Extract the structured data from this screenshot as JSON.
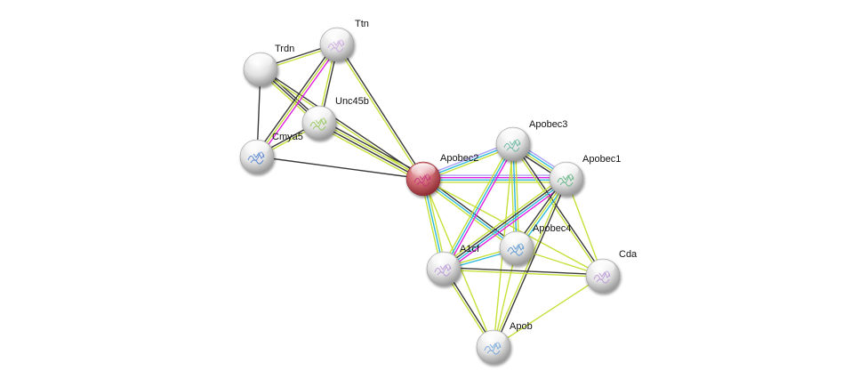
{
  "diagram": {
    "type": "protein-interaction-network",
    "edge_colors": {
      "textmining": "#c7e03a",
      "coexpression": "#3a3a3a",
      "experiments": "#e020e0",
      "databases": "#2db8dc",
      "homology": "#a9a0f5"
    },
    "node_colors": {
      "query": "#c84b55",
      "default": "#e4e4e4"
    },
    "nodes": [
      {
        "id": "Ttn",
        "label": "Ttn",
        "query": false,
        "structure": "#c9a3e0"
      },
      {
        "id": "Trdn",
        "label": "Trdn",
        "query": false,
        "structure": ""
      },
      {
        "id": "Unc45b",
        "label": "Unc45b",
        "query": false,
        "structure": "#8fc34f"
      },
      {
        "id": "Cmya5",
        "label": "Cmya5",
        "query": false,
        "structure": "#4a7ad0"
      },
      {
        "id": "Apobec2",
        "label": "Apobec2",
        "query": true,
        "structure": "#c0307a"
      },
      {
        "id": "Apobec3",
        "label": "Apobec3",
        "query": false,
        "structure": "#5ab39a"
      },
      {
        "id": "Apobec1",
        "label": "Apobec1",
        "query": false,
        "structure": "#52b07a"
      },
      {
        "id": "Apobec4",
        "label": "Apobec4",
        "query": false,
        "structure": "#4e8fd0"
      },
      {
        "id": "A1cf",
        "label": "A1cf",
        "query": false,
        "structure": "#b690d8"
      },
      {
        "id": "Cda",
        "label": "Cda",
        "query": false,
        "structure": "#b690d8"
      },
      {
        "id": "Apob",
        "label": "Apob",
        "query": false,
        "structure": "#6aa0d8"
      }
    ],
    "edges": [
      {
        "a": "Trdn",
        "b": "Ttn",
        "types": [
          "coexpression",
          "textmining"
        ]
      },
      {
        "a": "Trdn",
        "b": "Cmya5",
        "types": [
          "coexpression"
        ]
      },
      {
        "a": "Trdn",
        "b": "Unc45b",
        "types": [
          "coexpression",
          "coexpression",
          "textmining"
        ]
      },
      {
        "a": "Trdn",
        "b": "Apobec2",
        "types": [
          "coexpression",
          "textmining"
        ]
      },
      {
        "a": "Ttn",
        "b": "Cmya5",
        "types": [
          "experiments",
          "textmining",
          "coexpression"
        ]
      },
      {
        "a": "Ttn",
        "b": "Unc45b",
        "types": [
          "coexpression",
          "textmining"
        ]
      },
      {
        "a": "Ttn",
        "b": "Apobec2",
        "types": [
          "coexpression",
          "textmining"
        ]
      },
      {
        "a": "Unc45b",
        "b": "Cmya5",
        "types": [
          "textmining",
          "coexpression"
        ]
      },
      {
        "a": "Unc45b",
        "b": "Apobec2",
        "types": [
          "coexpression",
          "textmining",
          "coexpression",
          "textmining"
        ]
      },
      {
        "a": "Cmya5",
        "b": "Apobec2",
        "types": [
          "coexpression"
        ]
      },
      {
        "a": "Apobec2",
        "b": "Apobec3",
        "types": [
          "homology",
          "databases",
          "textmining"
        ]
      },
      {
        "a": "Apobec2",
        "b": "Apobec1",
        "types": [
          "homology",
          "experiments",
          "databases",
          "textmining"
        ]
      },
      {
        "a": "Apobec2",
        "b": "Apobec4",
        "types": [
          "coexpression",
          "databases",
          "textmining"
        ]
      },
      {
        "a": "Apobec2",
        "b": "A1cf",
        "types": [
          "textmining",
          "databases",
          "textmining"
        ]
      },
      {
        "a": "Apobec2",
        "b": "Cda",
        "types": [
          "textmining"
        ]
      },
      {
        "a": "Apobec2",
        "b": "Apob",
        "types": [
          "textmining"
        ]
      },
      {
        "a": "Apobec3",
        "b": "Apobec1",
        "types": [
          "homology",
          "databases",
          "textmining",
          "coexpression"
        ]
      },
      {
        "a": "Apobec3",
        "b": "Apobec4",
        "types": [
          "textmining",
          "databases",
          "textmining"
        ]
      },
      {
        "a": "Apobec3",
        "b": "A1cf",
        "types": [
          "experiments",
          "databases",
          "textmining"
        ]
      },
      {
        "a": "Apobec3",
        "b": "Cda",
        "types": [
          "coexpression",
          "textmining"
        ]
      },
      {
        "a": "Apobec3",
        "b": "Apob",
        "types": [
          "textmining"
        ]
      },
      {
        "a": "Apobec1",
        "b": "A1cf",
        "types": [
          "experiments",
          "databases",
          "coexpression",
          "textmining"
        ]
      },
      {
        "a": "Apobec1",
        "b": "Apobec4",
        "types": [
          "databases",
          "textmining",
          "coexpression"
        ]
      },
      {
        "a": "Apobec1",
        "b": "Cda",
        "types": [
          "textmining"
        ]
      },
      {
        "a": "Apobec1",
        "b": "Apob",
        "types": [
          "coexpression",
          "textmining"
        ]
      },
      {
        "a": "Apobec4",
        "b": "A1cf",
        "types": [
          "databases",
          "textmining"
        ]
      },
      {
        "a": "Apobec4",
        "b": "Cda",
        "types": [
          "textmining"
        ]
      },
      {
        "a": "Apobec4",
        "b": "Apob",
        "types": [
          "textmining"
        ]
      },
      {
        "a": "A1cf",
        "b": "Cda",
        "types": [
          "coexpression",
          "textmining"
        ]
      },
      {
        "a": "A1cf",
        "b": "Apob",
        "types": [
          "coexpression",
          "textmining"
        ]
      },
      {
        "a": "Cda",
        "b": "Apob",
        "types": [
          "textmining"
        ]
      },
      {
        "a": "Apobec2",
        "b": "Apobec1",
        "types": [
          "textmining"
        ]
      }
    ]
  }
}
